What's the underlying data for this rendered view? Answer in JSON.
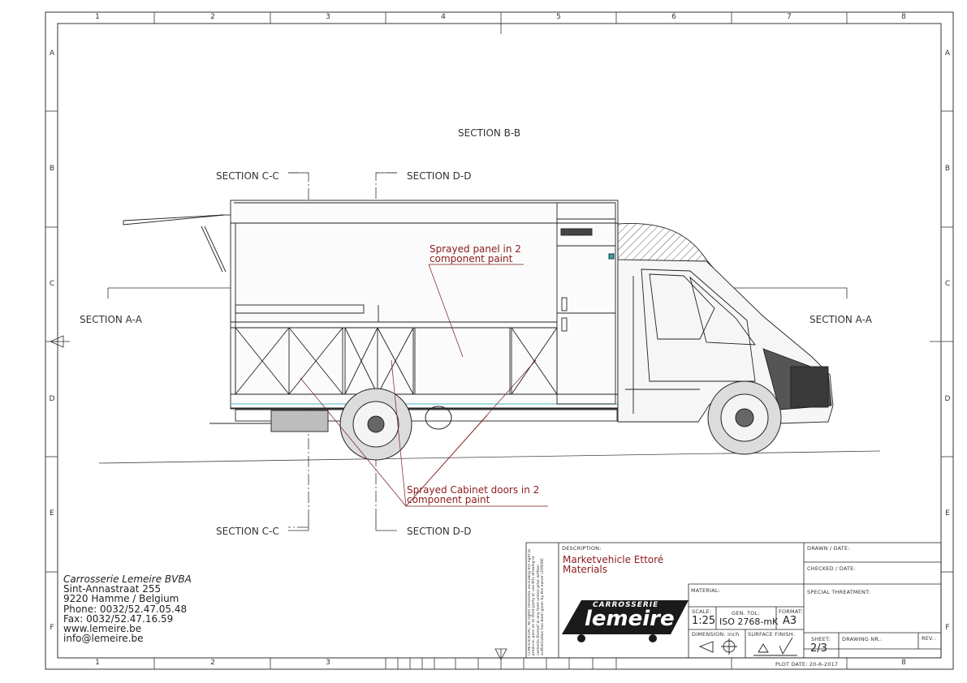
{
  "zones": {
    "columns": [
      "1",
      "2",
      "3",
      "4",
      "5",
      "6",
      "7",
      "8"
    ],
    "rows": [
      "A",
      "B",
      "C",
      "D",
      "E",
      "F"
    ]
  },
  "sections": {
    "b_b": "SECTION B-B",
    "c_c": "SECTION C-C",
    "d_d": "SECTION D-D",
    "a_a": "SECTION A-A"
  },
  "annotations": {
    "panel_line1": "Sprayed panel in 2",
    "panel_line2": "component paint",
    "doors_line1": "Sprayed Cabinet doors in 2",
    "doors_line2": "component paint"
  },
  "company": {
    "name": "Carrosserie Lemeire BVBA",
    "street": "Sint-Annastraat 255",
    "city": "9220 Hamme / Belgium",
    "phone": "Phone: 0032/52.47.05.48",
    "fax": "Fax: 0032/52.47.16.59",
    "web": "www.lemeire.be",
    "email": "info@lemeire.be"
  },
  "title_block": {
    "confidential": "CONFIDENTIAL: All rights reserved, excluding the right to produce, pass on to third party or use this drawing or contents thereof in any form unless prior written authorization has been given by the owner LEMEIRE",
    "description_label": "DESCRIPTION:",
    "description_line1": "Marketvehicle Ettoré",
    "description_line2": "Materials",
    "drawn_label": "DRAWN / DATE:",
    "checked_label": "CHECKED / DATE:",
    "material_label": "MATERIAL:",
    "special_label": "SPECIAL THREATMENT:",
    "logo_top": "CARROSSERIE",
    "logo_main": "lemeire",
    "scale_label": "SCALE:",
    "scale_value": "1:25",
    "gentol_label": "GEN. TOL:",
    "gentol_value": "ISO 2768-mK",
    "format_label": "FORMAT:",
    "format_value": "A3",
    "dimension_label": "DIMENSION: inch",
    "surface_label": "SURFACE FINISH:",
    "sheet_label": "SHEET:",
    "sheet_value": "2/3",
    "drawing_nr_label": "DRAWING NR.:",
    "rev_label": "REV.:",
    "plot_date": "PLOT DATE: 20-6-2017"
  }
}
